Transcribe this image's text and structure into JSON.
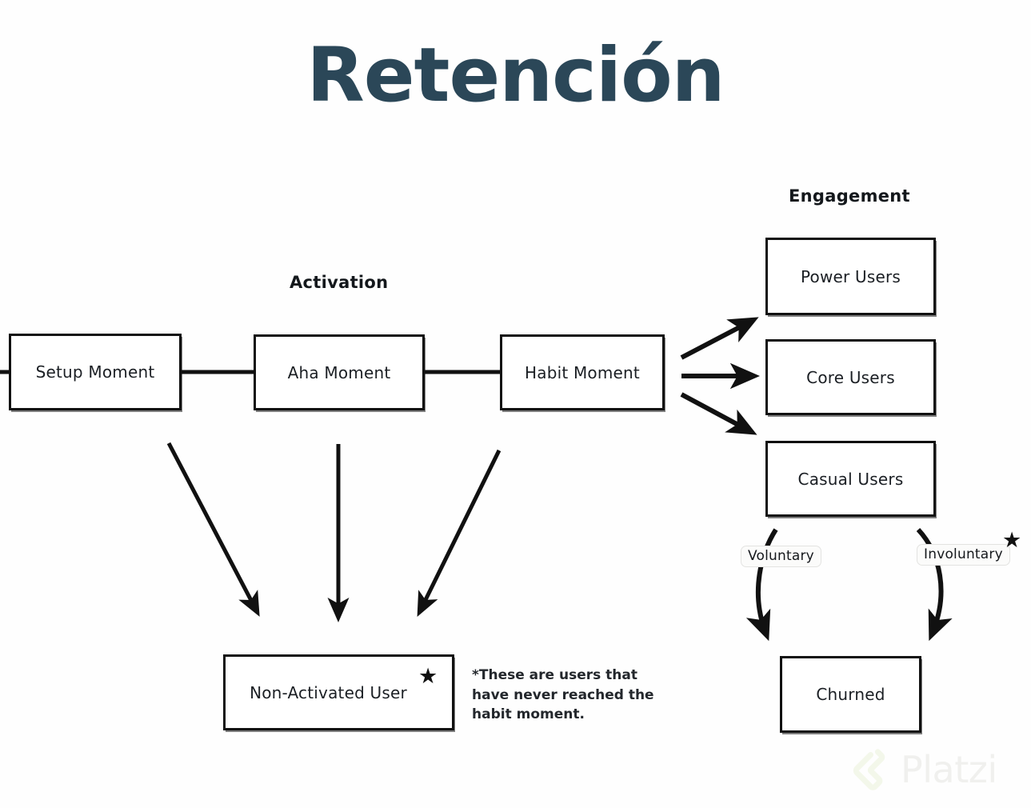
{
  "title": "Retención",
  "colors": {
    "title": "#2b4758",
    "stroke": "#111111",
    "text": "#1b1f24",
    "background": "#fefefe",
    "watermark_text": "#f0f0ee",
    "watermark_mark": "#f3f7ea"
  },
  "sections": {
    "activation": "Activation",
    "engagement": "Engagement"
  },
  "nodes": {
    "setup": "Setup Moment",
    "aha": "Aha Moment",
    "habit": "Habit Moment",
    "power": "Power Users",
    "core": "Core Users",
    "casual": "Casual Users",
    "non_activated": "Non-Activated User",
    "churned": "Churned"
  },
  "edge_labels": {
    "voluntary": "Voluntary",
    "involuntary": "Involuntary"
  },
  "markers": {
    "star": "★"
  },
  "footnote": "*These are users that have never reached the habit moment.",
  "watermark": {
    "brand": "Platzi",
    "mark": "platzi-logo-icon"
  }
}
